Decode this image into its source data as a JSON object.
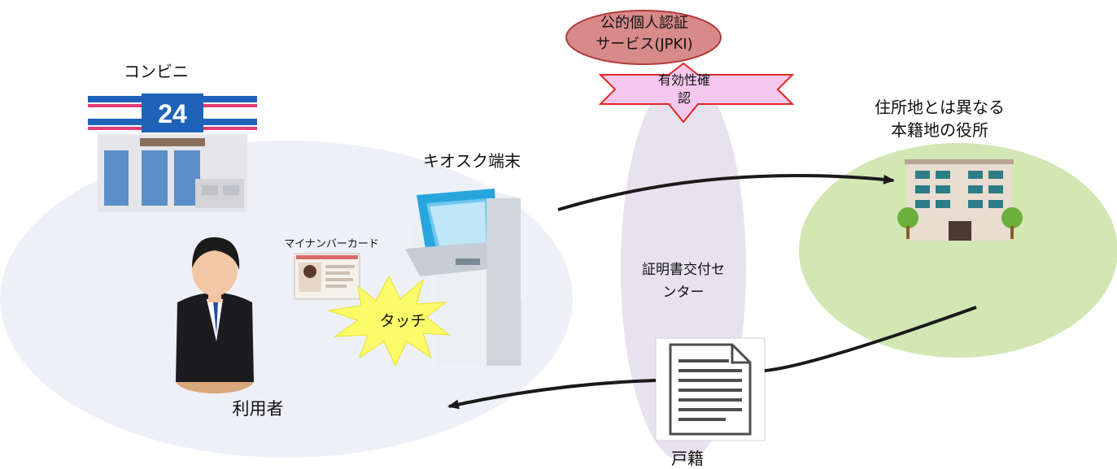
{
  "labels": {
    "konbini": "コンビニ",
    "kiosk": "キオスク端末",
    "card": "マイナンバーカード",
    "touch": "タッチ",
    "user": "利用者",
    "jpki_line1": "公的個人認証",
    "jpki_line2": "サービス(JPKI)",
    "validity_line1": "有効性確",
    "validity_line2": "認",
    "center_line1": "証明書交付セ",
    "center_line2": "ンター",
    "koseki": "戸籍",
    "office_line1": "住所地とは異なる",
    "office_line2": "本籍地の役所",
    "store_sign_number": "24"
  },
  "icons": [
    "convenience-store-icon",
    "kiosk-terminal-icon",
    "my-number-card-icon",
    "person-icon",
    "document-icon",
    "building-icon"
  ],
  "colors": {
    "left_zone": "#eef0f7",
    "center_zone": "#e7e2ee",
    "right_zone": "#d3e7b4",
    "jpki_fill": "#d88a8a",
    "jpki_stroke": "#b13a3a",
    "validity_fill": "#f6c7ef",
    "validity_stroke": "#e0281f",
    "touch_burst": "#fbfb6a",
    "sign_blue": "#1e63b9"
  }
}
